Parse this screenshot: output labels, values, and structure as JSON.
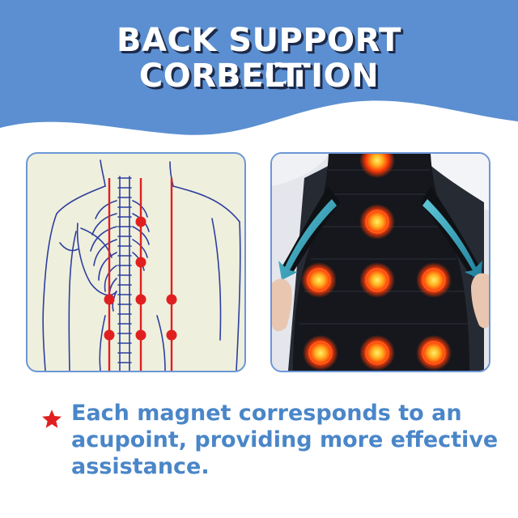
{
  "header": {
    "title_line1": "BACK SUPPORT CORRECTION",
    "title_line2": "BELT",
    "bg_color": "#5b8fd1"
  },
  "left_panel": {
    "illustration": "back-anatomy-spine-acupoints",
    "line_color": "#e02020"
  },
  "right_panel": {
    "illustration": "back-support-belt-magnets",
    "magnet_color": "#ff4a10"
  },
  "caption": {
    "icon": "star-icon",
    "text": "Each magnet corresponds to an acupoint, providing more effective assistance.",
    "color": "#4a86c8"
  }
}
